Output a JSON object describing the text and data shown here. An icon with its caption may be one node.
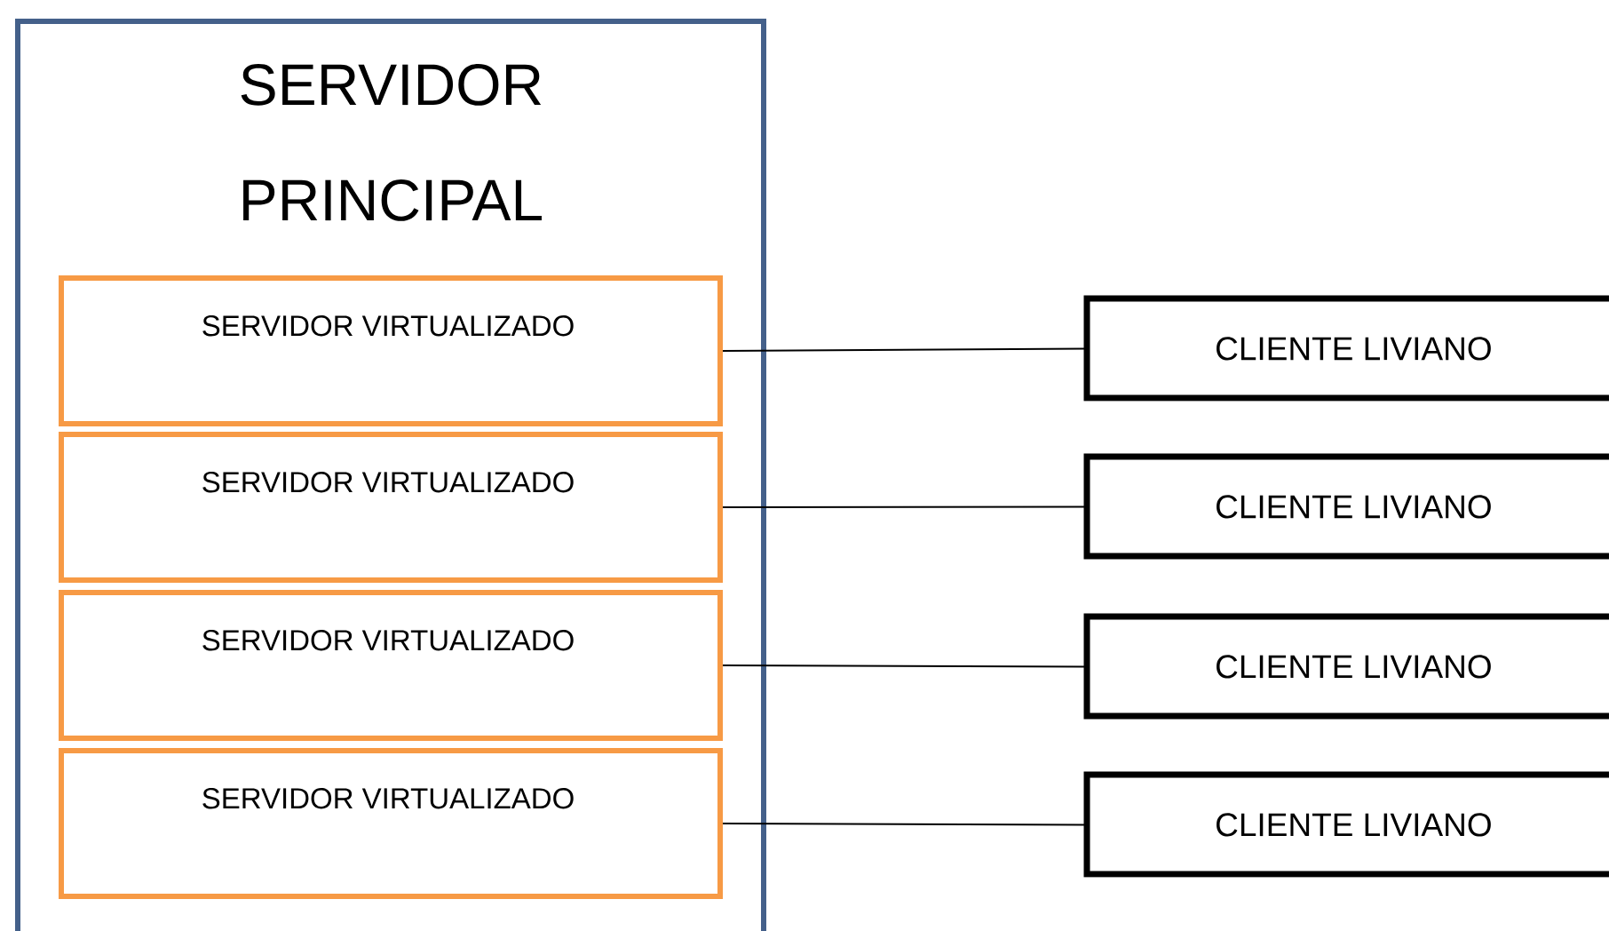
{
  "diagram": {
    "nodes": [
      {
        "text": [
          "SERVIDOR PRINCIPAL"
        ]
      },
      {
        "text": [
          "SERVIDOR VIRTUALIZADO"
        ],
        "in": 0
      },
      {
        "text": [
          "SERVIDOR VIRTUALIZADO"
        ],
        "in": 0
      },
      {
        "text": [
          "SERVIDOR VIRTUALIZADO"
        ],
        "in": 0
      },
      {
        "text": [
          "SERVIDOR VIRTUALIZADO"
        ],
        "in": 0
      },
      {
        "text": [
          "CLIENTE LIVIANO"
        ]
      },
      {
        "text": [
          "CLIENTE LIVIANO"
        ]
      },
      {
        "text": [
          "CLIENTE LIVIANO"
        ]
      },
      {
        "text": [
          "CLIENTE LIVIANO"
        ]
      }
    ],
    "edges": [
      {
        "from": 1,
        "to": 5,
        "arrow": "none"
      },
      {
        "from": 2,
        "to": 6,
        "arrow": "none"
      },
      {
        "from": 3,
        "to": 7,
        "arrow": "none"
      },
      {
        "from": 4,
        "to": 8,
        "arrow": "none"
      }
    ]
  }
}
